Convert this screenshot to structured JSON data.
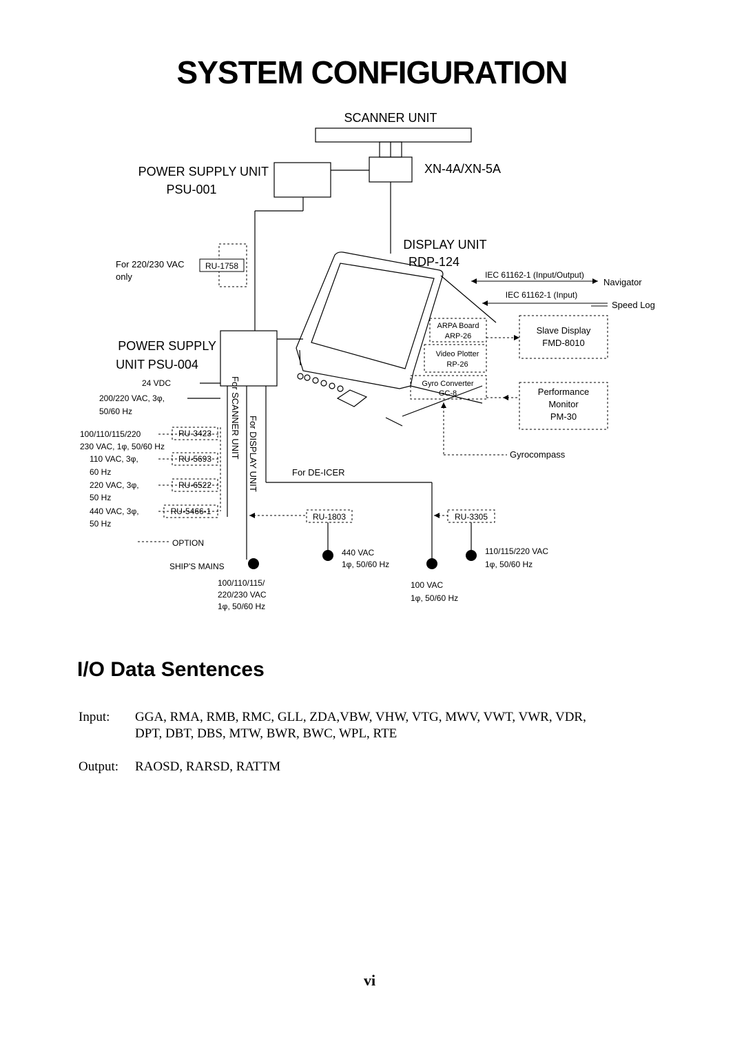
{
  "page": {
    "title": "SYSTEM CONFIGURATION",
    "page_number": "vi"
  },
  "diagram": {
    "scanner_unit": "SCANNER UNIT",
    "scanner_model": "XN-4A/XN-5A",
    "psu1_line1": "POWER SUPPLY UNIT",
    "psu1_line2": "PSU-001",
    "display_unit": "DISPLAY UNIT",
    "display_model": "RDP-124",
    "for_220": "For 220/230 VAC",
    "only": "only",
    "ru1758": "RU-1758",
    "iec_io": "IEC 61162-1 (Input/Output)",
    "navigator": "Navigator",
    "iec_in": "IEC 61162-1 (Input)",
    "speed_log": "Speed Log",
    "arpa1": "ARPA Board",
    "arpa2": "ARP-26",
    "vp1": "Video Plotter",
    "vp2": "RP-26",
    "gyro1": "Gyro Converter",
    "gyro2": "GC-8",
    "slave1": "Slave Display",
    "slave2": "FMD-8010",
    "perf1": "Performance",
    "perf2": "Monitor",
    "perf3": "PM-30",
    "gyrocompass": "Gyrocompass",
    "psu4_line1": "POWER SUPPLY",
    "psu4_line2": "UNIT   PSU-004",
    "vdc24": "24 VDC",
    "vac200_1": "200/220 VAC, 3φ,",
    "vac200_2": "50/60 Hz",
    "v100_1": "100/110/115/220",
    "v100_2": "230 VAC, 1φ, 50/60 Hz",
    "ru3423": "RU-3423",
    "v110_1": "110 VAC, 3φ,",
    "v110_2": "60 Hz",
    "ru5693": "RU-5693",
    "v220_1": "220 VAC, 3φ,",
    "v220_2": "50 Hz",
    "ru6522": "RU-6522",
    "v440_1": "440 VAC, 3φ,",
    "v440_2": "50 Hz",
    "ru5466": "RU-5466-1",
    "for_scanner": "For SCANNER UNIT",
    "for_display": "For DISPLAY UNIT",
    "for_deicer": "For DE-ICER",
    "ru1803": "RU-1803",
    "ru3305": "RU-3305",
    "option": "OPTION",
    "ships_mains": "SHIP'S MAINS",
    "mains_1": "100/110/115/",
    "mains_2": "220/230 VAC",
    "mains_3": "1φ, 50/60 Hz",
    "s440_1": "440 VAC",
    "s440_2": "1φ, 50/60 Hz",
    "s100_1": "100 VAC",
    "s100_2": "1φ, 50/60 Hz",
    "s110_1": "110/115/220 VAC",
    "s110_2": "1φ, 50/60 Hz"
  },
  "io": {
    "heading": "I/O Data Sentences",
    "input_label": "Input:",
    "input_line1": "GGA, RMA, RMB, RMC, GLL, ZDA,VBW, VHW, VTG, MWV, VWT, VWR, VDR,",
    "input_line2": "DPT, DBT, DBS, MTW, BWR, BWC, WPL, RTE",
    "output_label": "Output:",
    "output_value": "RAOSD, RARSD, RATTM"
  }
}
